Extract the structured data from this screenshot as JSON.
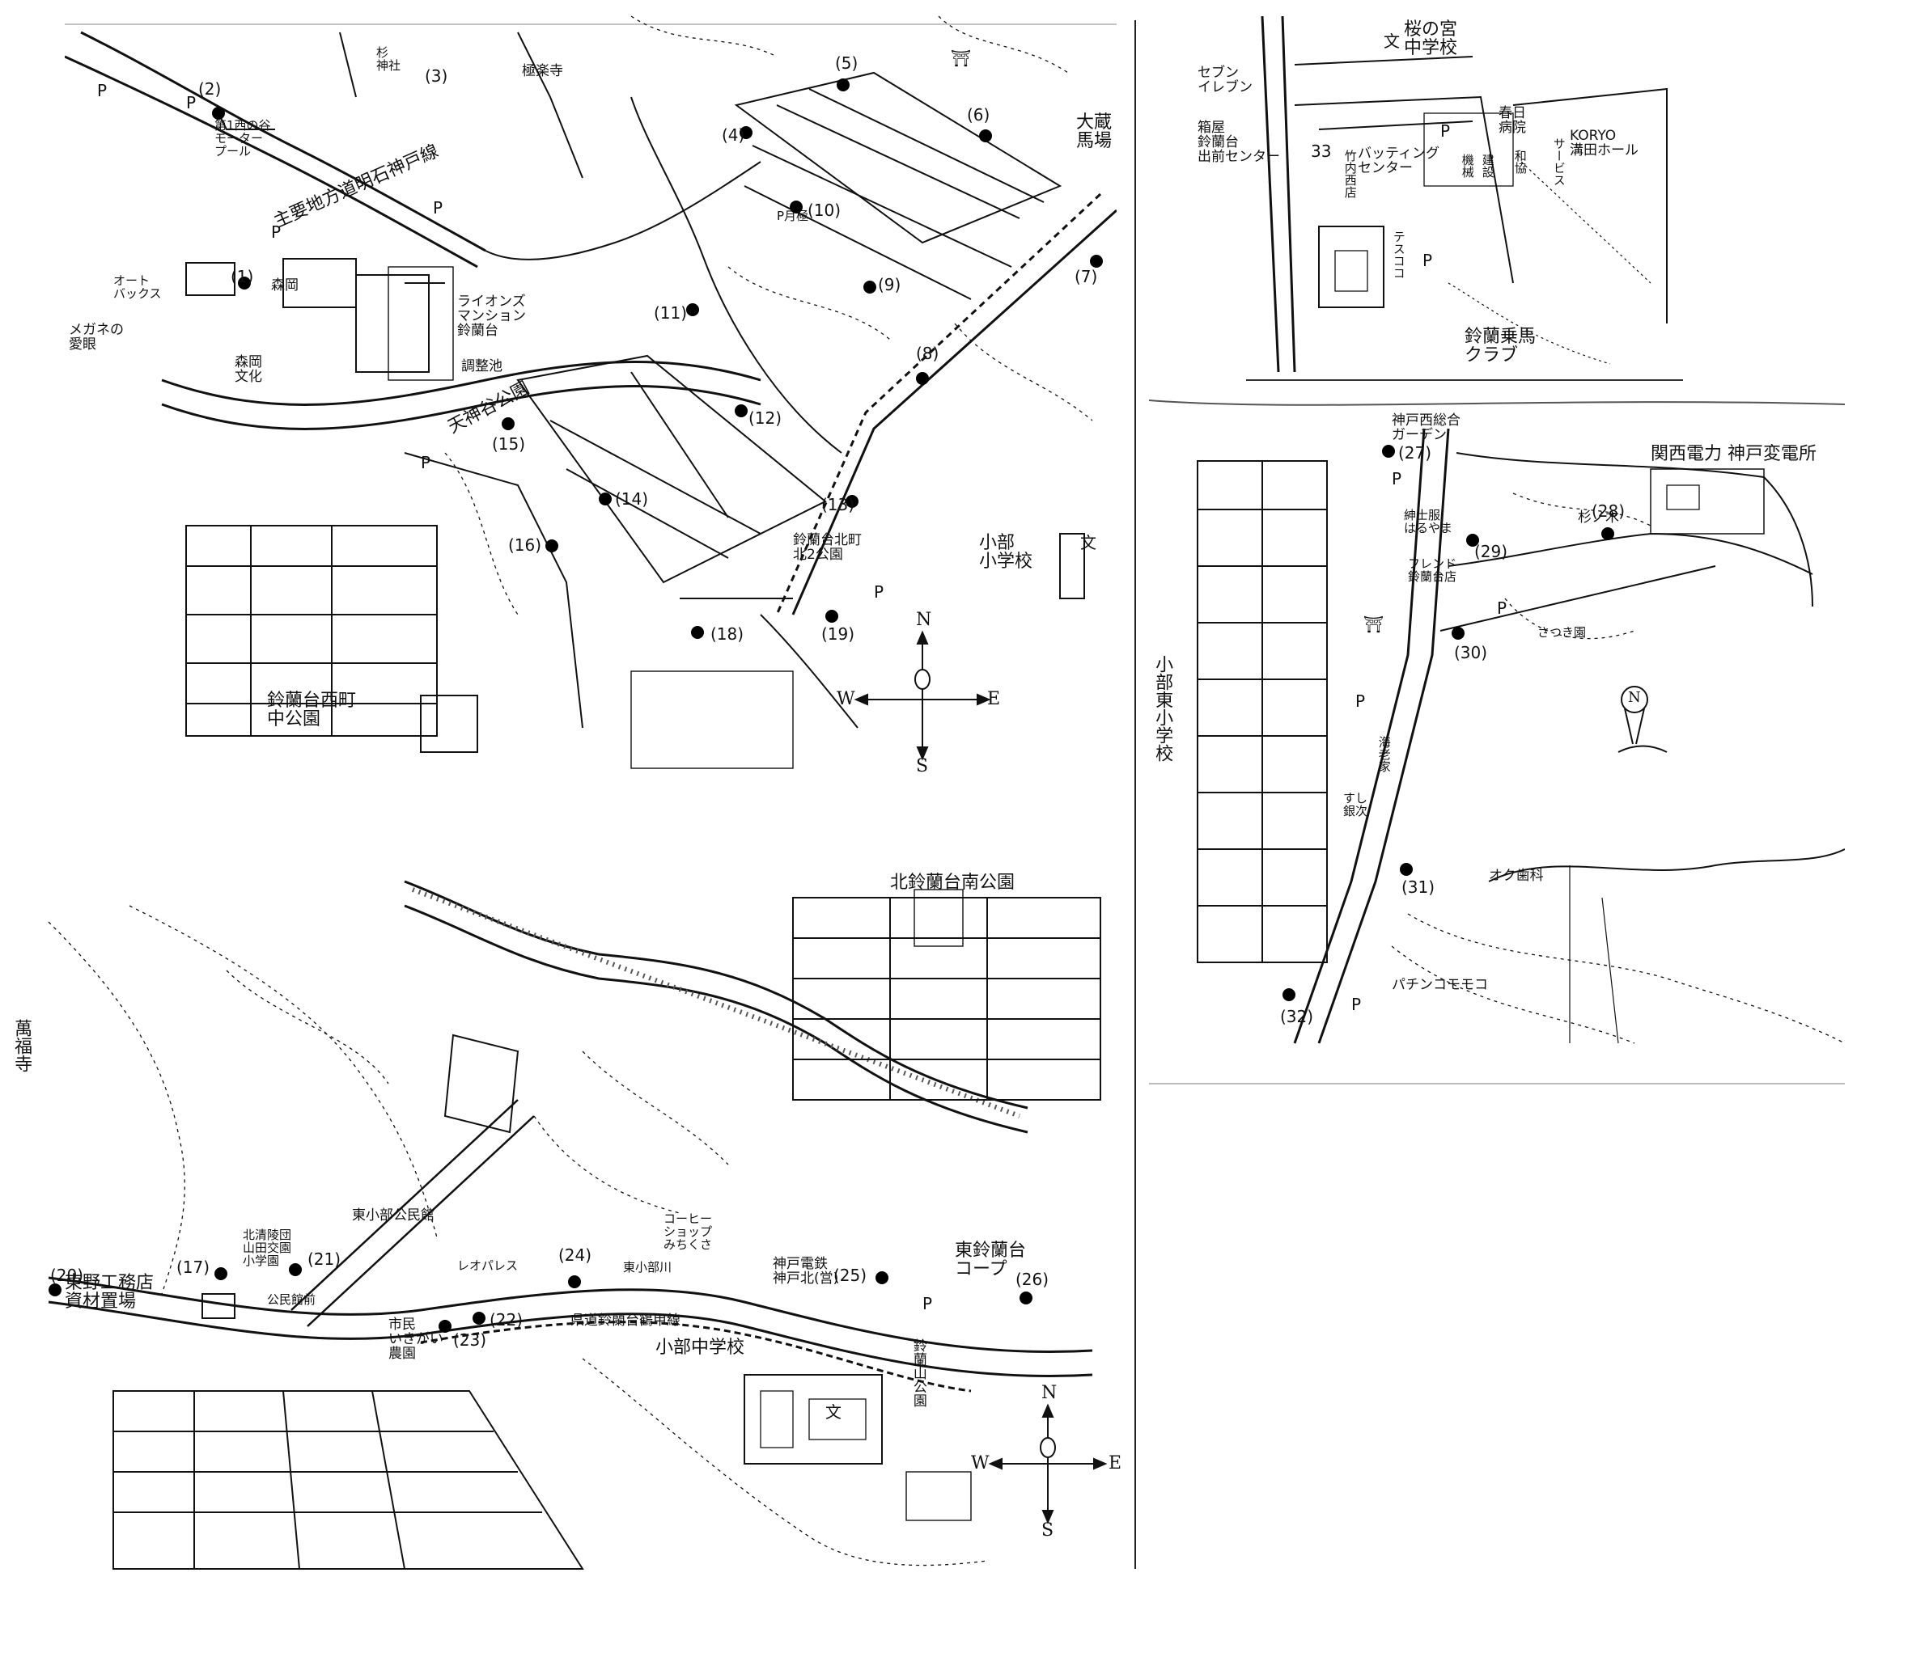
{
  "map_nw": {
    "labels": {
      "nishinotani_motorpool": "第1西の谷\nモーター\nプール",
      "sugio_shrine": "杉\n神社",
      "gokurakuji": "極楽寺",
      "obama_baba": "大蔵\n馬場",
      "main_road": "主要地方道明石神戸線",
      "auto_backs": "オート\nバックス",
      "megane_aigan": "メガネの\n愛眼",
      "morioka": "森岡",
      "lions_mansion": "ライオンズ\nマンション\n鈴蘭台",
      "chouseiike": "調整池",
      "morioka_bunka": "森岡\n文化",
      "tenjin_koen": "天神谷公園",
      "p_tsukigata": "P月極",
      "kitamachi_park": "鈴蘭台北町\n北2公園",
      "kobe_school": "小部\n小学校",
      "nishimachi_park": "鈴蘭台西町\n中公園"
    },
    "stops": [
      "(2)",
      "(3)",
      "(4)",
      "(5)",
      "(6)",
      "(7)",
      "(8)",
      "(9)",
      "(10)",
      "(11)",
      "(12)",
      "(13)",
      "(14)",
      "(15)",
      "(16)",
      "(18)",
      "(19)",
      "(1)"
    ],
    "symbols": {
      "parking": "P",
      "school": "文",
      "torii": "⛩"
    },
    "compass": {
      "n": "N",
      "s": "S",
      "e": "E",
      "w": "W"
    }
  },
  "map_ne": {
    "labels": {
      "sakuranomiya_school": "桜の宮\n中学校",
      "seven_eleven": "セブン\nイレブン",
      "hakuoku_center": "箱屋\n鈴蘭台\n出前センター",
      "batting_center": "バッティング\nセンター",
      "koryo_hall": "KORYO\n溝田ホール",
      "kasuga_hospital": "春日\n病院",
      "suzuran_horse": "鈴蘭乗馬\nクラブ",
      "shop_column_a": "竹内西店",
      "shop_column_b": "機械",
      "shop_column_c": "建設",
      "shop_column_d": "和協",
      "shop_column_e": "サービス",
      "tes_coco": "テスココ",
      "stop33": "33"
    },
    "symbols": {
      "parking": "P",
      "school": "文"
    }
  },
  "map_e": {
    "labels": {
      "garden": "神戸西総合\nガーデン",
      "kansai_denryoku": "関西電力 神戸変電所",
      "sugi_no_ki": "杉ノ木",
      "shinsei_haruna": "紳士服\nはるやま",
      "friend_suzuran": "フレンド\n鈴蘭台店",
      "satsuki_en": "さつき園",
      "kobe_higashi_school": "小部東小学校",
      "okudo_dental": "オク歯科",
      "pachinko": "パチンコモモコ",
      "sushi_shop": "すし\n銀次",
      "kaiseki": "海老家"
    },
    "stops": [
      "(27)",
      "(28)",
      "(29)",
      "(30)",
      "(31)",
      "(32)"
    ],
    "symbols": {
      "parking": "P",
      "torii": "⛩"
    },
    "compass": {
      "n": "N"
    }
  },
  "map_sw": {
    "labels": {
      "kita_suzuran_minami_park": "北鈴蘭台南公園",
      "manpukuji": "萬福寺",
      "higashino_koumuten": "東野工務店\n資材置場",
      "higashi_kobe_kominkan": "東小部公民館",
      "kita_seiryo_park": "北清陵団\n山田交園\n小学園",
      "kominkan_mae": "公民館前",
      "ikigai_farm": "市民\nいきがい\n農園",
      "leo_palace": "レオパレス",
      "coffee_shop": "コーヒー\nショップ\nみちくさ",
      "kobe_denki": "神戸電鉄\n神戸北(営)",
      "kobe_river": "東小部川",
      "kobe_junior_high": "小部中学校",
      "higashi_suzuran_coop": "東鈴蘭台\nコープ",
      "suzuran_park": "鈴蘭山公園",
      "railway": "県道鈴蘭台鶴甲線"
    },
    "stops": [
      "(17)",
      "(20)",
      "(21)",
      "(22)",
      "(23)",
      "(24)",
      "(25)",
      "(26)"
    ],
    "symbols": {
      "parking": "P",
      "school": "文"
    },
    "compass": {
      "n": "N",
      "s": "S",
      "e": "E",
      "w": "W"
    }
  }
}
